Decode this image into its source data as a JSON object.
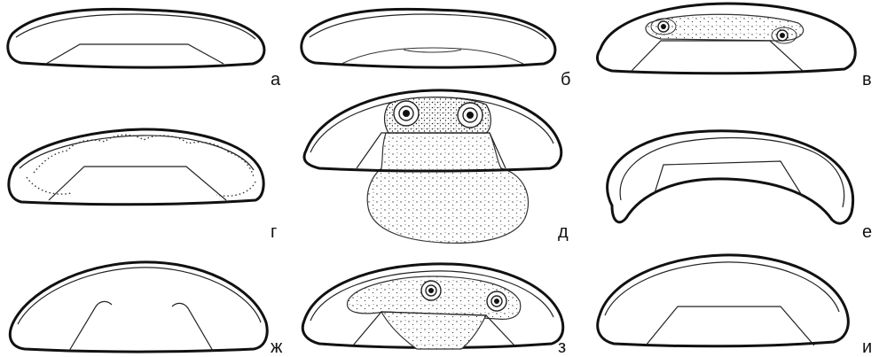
{
  "panels": [
    {
      "id": "a",
      "label": "а"
    },
    {
      "id": "b",
      "label": "б"
    },
    {
      "id": "v",
      "label": "в"
    },
    {
      "id": "g",
      "label": "г"
    },
    {
      "id": "d",
      "label": "д"
    },
    {
      "id": "e",
      "label": "е"
    },
    {
      "id": "zh",
      "label": "ж"
    },
    {
      "id": "z",
      "label": "з"
    },
    {
      "id": "i",
      "label": "и"
    }
  ]
}
